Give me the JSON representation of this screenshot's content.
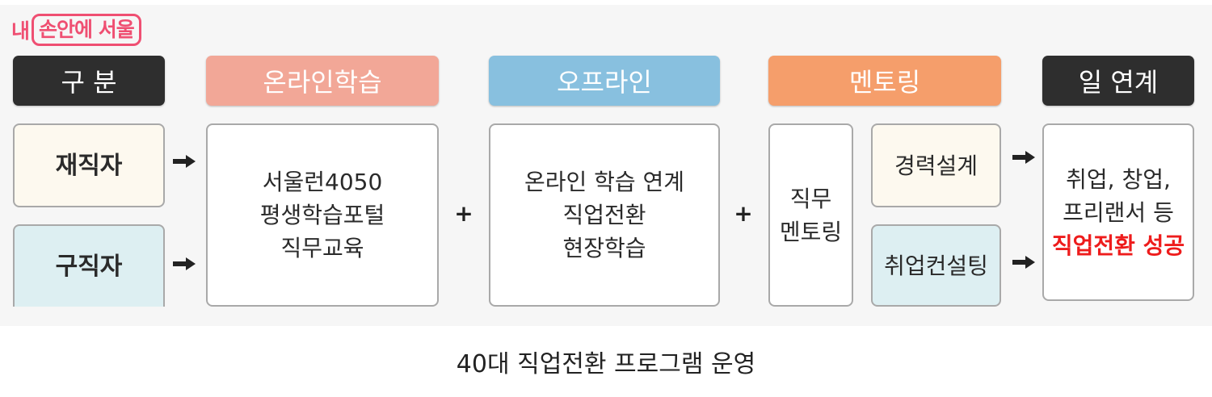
{
  "brand": {
    "prefix": "내",
    "boxed": "손안에 서울",
    "color": "#ef4f72"
  },
  "headers": [
    {
      "label": "구 분",
      "color": "#2e2e2e"
    },
    {
      "label": "온라인학습",
      "color": "#f2a797"
    },
    {
      "label": "오프라인",
      "color": "#88c0df"
    },
    {
      "label": "멘토링",
      "color": "#f59e6b"
    },
    {
      "label": "일 연계",
      "color": "#2e2e2e"
    }
  ],
  "categories": [
    {
      "label": "재직자",
      "color": "#fdf9ef"
    },
    {
      "label": "구직자",
      "color": "#ddeff2"
    }
  ],
  "online": {
    "lines": [
      "서울런4050",
      "평생학습포털",
      "직무교육"
    ]
  },
  "offline": {
    "lines": [
      "온라인 학습 연계",
      "직업전환",
      "현장학습"
    ]
  },
  "mentoring": {
    "main_lines": [
      "직무",
      "멘토링"
    ],
    "career_design": "경력설계",
    "job_consulting": "취업컨설팅"
  },
  "outcome": {
    "lines": [
      "취업, 창업,",
      "프리랜서 등"
    ],
    "highlight": "직업전환 성공",
    "highlight_color": "#ee1c1c"
  },
  "connectors": {
    "plus": "+",
    "arrow": "right-arrow"
  },
  "caption": "40대 직업전환 프로그램 운영"
}
